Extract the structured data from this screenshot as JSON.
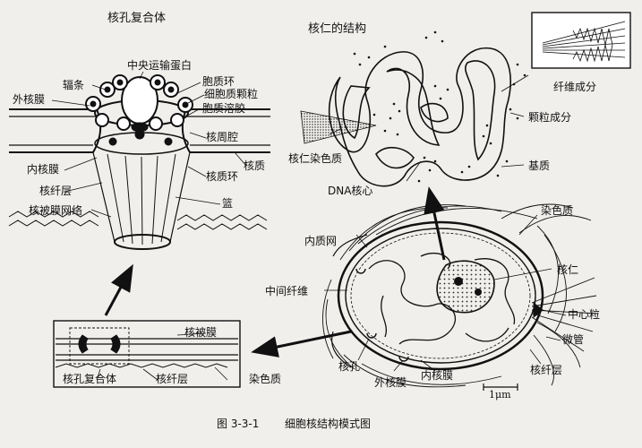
{
  "pore_complex": {
    "title": "核孔复合体",
    "central_transporter": "中央运输蛋白",
    "spoke": "辐条",
    "nucleoplasmic_ring": "胞质环",
    "cytoplasmic_granule": "细胞质颗粒",
    "cytosol": "胞质溶胶",
    "outer_membrane": "外核膜",
    "perinuclear_space": "核周腔",
    "inner_membrane": "内核膜",
    "nuclear_ring": "核质环",
    "nucleoplasm": "核质",
    "lamina": "核纤层",
    "basket": "篮",
    "envelope_network": "核被膜网络"
  },
  "nucleolus": {
    "title": "核仁的结构",
    "fibrillar": "纤维成分",
    "granular": "颗粒成分",
    "chromatin": "核仁染色质",
    "matrix": "基质",
    "dna_core": "DNA核心"
  },
  "nucleus": {
    "chromatin": "染色质",
    "er": "内质网",
    "nucleolus": "核仁",
    "intermediate_filament": "中间纤维",
    "centriole": "中心粒",
    "microtubule": "微管",
    "pore": "核孔",
    "lamina": "核纤层",
    "outer_membrane": "外核膜",
    "inner_membrane": "内核膜",
    "scale": "1μm"
  },
  "inset": {
    "envelope": "核被膜",
    "pore_complex": "核孔复合体",
    "lamina": "核纤层",
    "chromatin": "染色质"
  },
  "caption": {
    "number": "图 3-3-1",
    "text": "细胞核结构模式图"
  }
}
